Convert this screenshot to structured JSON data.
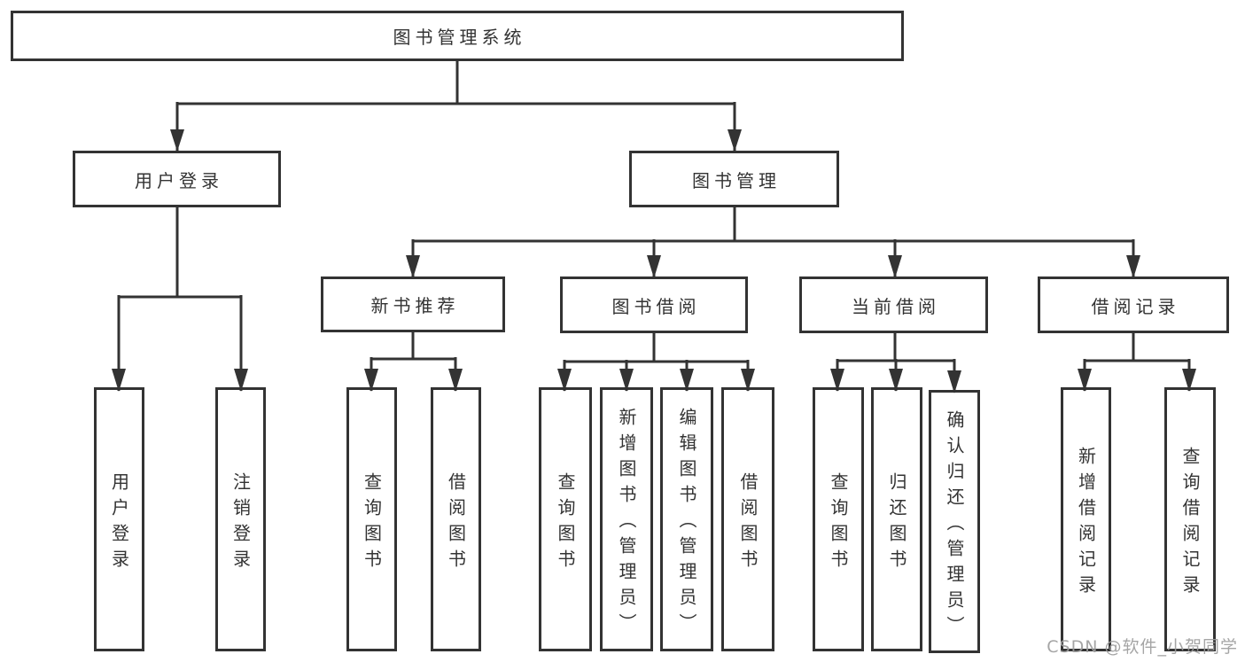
{
  "nodes": {
    "root": {
      "label": "图书管理系统"
    },
    "user_login": {
      "label": "用户登录"
    },
    "book_mgmt": {
      "label": "图书管理"
    },
    "new_book": {
      "label": "新书推荐"
    },
    "book_borrow": {
      "label": "图书借阅"
    },
    "current_borrow": {
      "label": "当前借阅"
    },
    "borrow_record": {
      "label": "借阅记录"
    },
    "ul_login": {
      "label": "用户登录"
    },
    "ul_logout": {
      "label": "注销登录"
    },
    "nb_query": {
      "label": "查询图书"
    },
    "nb_borrow": {
      "label": "借阅图书"
    },
    "bb_query": {
      "label": "查询图书"
    },
    "bb_add": {
      "label": "新增图书（管理员）"
    },
    "bb_edit": {
      "label": "编辑图书（管理员）"
    },
    "bb_borrow": {
      "label": "借阅图书"
    },
    "cb_query": {
      "label": "查询图书"
    },
    "cb_return": {
      "label": "归还图书"
    },
    "cb_confirm": {
      "label": "确认归还（管理员）"
    },
    "br_add": {
      "label": "新增借阅记录"
    },
    "br_query": {
      "label": "查询借阅记录"
    }
  },
  "watermark": {
    "text": "CSDN @软件_小贺同学",
    "color": "#9e9e9e"
  },
  "colors": {
    "line": "#333333",
    "box_border": "#333333",
    "text": "#333333",
    "background": "#ffffff"
  }
}
